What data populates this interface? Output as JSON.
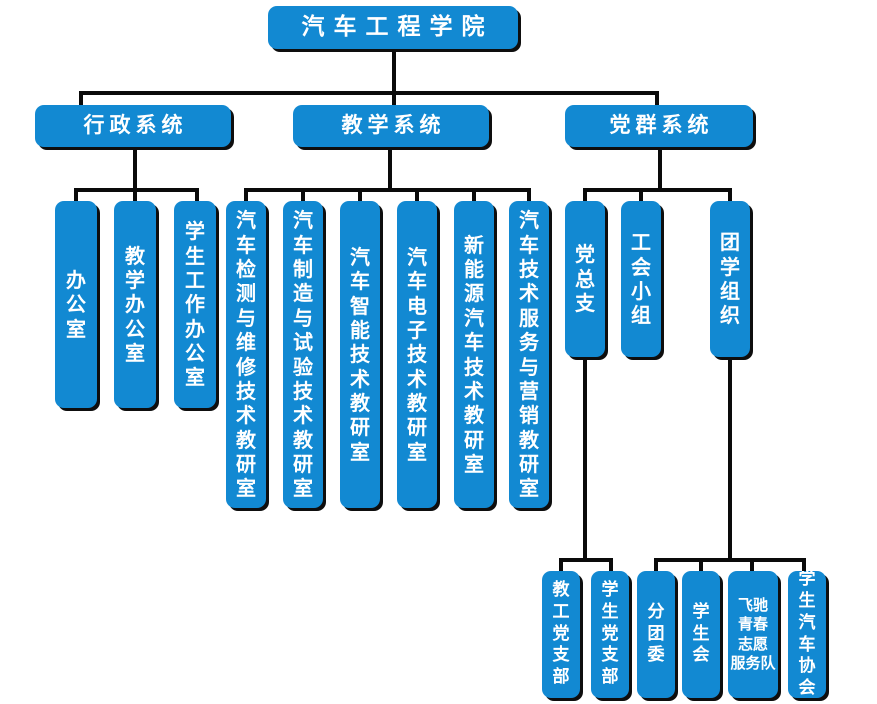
{
  "chart_data": {
    "type": "diagram",
    "diagram_kind": "organizational-chart",
    "title": "汽车工程学院",
    "colors": {
      "node_fill": "#1289d2",
      "node_text": "#ffffff",
      "connector": "#0a0a0a",
      "shadow": "#0e0e0e",
      "background": "#ffffff"
    },
    "levels": 4,
    "node_count": 19
  },
  "root": {
    "id": "root",
    "label": "汽车工程学院"
  },
  "systems": [
    {
      "id": "admin",
      "label": "行政系统"
    },
    {
      "id": "teaching",
      "label": "教学系统"
    },
    {
      "id": "party",
      "label": "党群系统"
    }
  ],
  "admin_units": [
    {
      "id": "admin-office",
      "label": "办\n公\n室"
    },
    {
      "id": "teaching-office",
      "label": "教\n学\n办\n公\n室"
    },
    {
      "id": "student-affairs",
      "label": "学\n生\n工\n作\n办\n公\n室"
    }
  ],
  "teaching_units": [
    {
      "id": "inspect-repair",
      "label": "汽\n车\n检\n测\n与\n维\n修\n技\n术\n教\n研\n室"
    },
    {
      "id": "manufacture-test",
      "label": "汽\n车\n制\n造\n与\n试\n验\n技\n术\n教\n研\n室"
    },
    {
      "id": "intelligent-tech",
      "label": "汽\n车\n智\n能\n技\n术\n教\n研\n室"
    },
    {
      "id": "electronics-tech",
      "label": "汽\n车\n电\n子\n技\n术\n教\n研\n室"
    },
    {
      "id": "new-energy-tech",
      "label": "新\n能\n源\n汽\n车\n技\n术\n教\n研\n室"
    },
    {
      "id": "service-marketing",
      "label": "汽\n车\n技\n术\n服\n务\n与\n营\n销\n教\n研\n室"
    }
  ],
  "party_units": [
    {
      "id": "party-branch-general",
      "label": "党\n总\n支"
    },
    {
      "id": "union-group",
      "label": "工\n会\n小\n组"
    },
    {
      "id": "youth-league-org",
      "label": "团\n学\n组\n织"
    }
  ],
  "party_branch_children": [
    {
      "id": "staff-party-branch",
      "label": "教\n工\n党\n支\n部"
    },
    {
      "id": "student-party-branch",
      "label": "学\n生\n党\n支\n部"
    }
  ],
  "league_children": [
    {
      "id": "branch-league-committee",
      "label": "分\n团\n委"
    },
    {
      "id": "student-union",
      "label": "学\n生\n会"
    },
    {
      "id": "volunteer-team",
      "label": "飞驰\n青春\n志愿\n服务队"
    },
    {
      "id": "student-car-association",
      "label": "学\n生\n汽\n车\n协\n会"
    }
  ]
}
